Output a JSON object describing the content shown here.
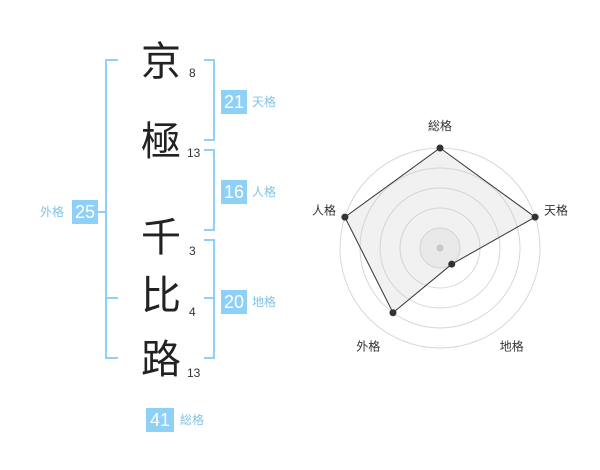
{
  "name_chars": [
    {
      "char": "京",
      "strokes": "8"
    },
    {
      "char": "極",
      "strokes": "13"
    },
    {
      "char": "千",
      "strokes": "3"
    },
    {
      "char": "比",
      "strokes": "4"
    },
    {
      "char": "路",
      "strokes": "13"
    }
  ],
  "fortunes": {
    "tenkaku": {
      "value": "21",
      "label": "天格"
    },
    "jinkaku": {
      "value": "16",
      "label": "人格"
    },
    "chikaku": {
      "value": "20",
      "label": "地格"
    },
    "gaikaku": {
      "value": "25",
      "label": "外格"
    },
    "soukaku": {
      "value": "41",
      "label": "総格"
    }
  },
  "colors": {
    "bracket": "#8fd0f7",
    "badge": "#8fd0f7",
    "label": "#7fc3ea"
  },
  "chart_data": {
    "type": "radar",
    "axes": [
      "総格",
      "天格",
      "地格",
      "外格",
      "人格"
    ],
    "values": [
      5,
      5,
      1,
      4,
      5
    ],
    "max": 5,
    "rings": 5
  }
}
